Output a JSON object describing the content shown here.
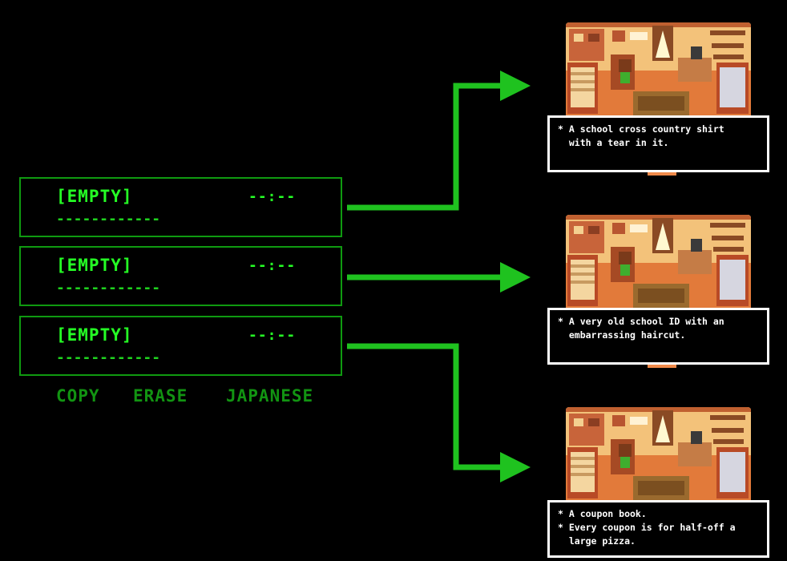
{
  "save_slots": [
    {
      "name": "[EMPTY]",
      "time": "--:--",
      "dashes": "------------"
    },
    {
      "name": "[EMPTY]",
      "time": "--:--",
      "dashes": "------------"
    },
    {
      "name": "[EMPTY]",
      "time": "--:--",
      "dashes": "------------"
    }
  ],
  "menu": {
    "copy": "COPY",
    "erase": "ERASE",
    "japanese": "JAPANESE"
  },
  "dialogs": [
    {
      "lines": [
        "* A school cross country shirt",
        "  with a tear in it."
      ]
    },
    {
      "lines": [
        "* A very old school ID with an",
        "  embarrassing haircut."
      ]
    },
    {
      "lines": [
        "* A coupon book.",
        "* Every coupon is for half-off a",
        "  large pizza."
      ]
    }
  ],
  "colors": {
    "arrow": "#1fc21f",
    "slot_border": "#0f9a10",
    "text_green": "#25ff25",
    "menu_green": "#129412"
  }
}
